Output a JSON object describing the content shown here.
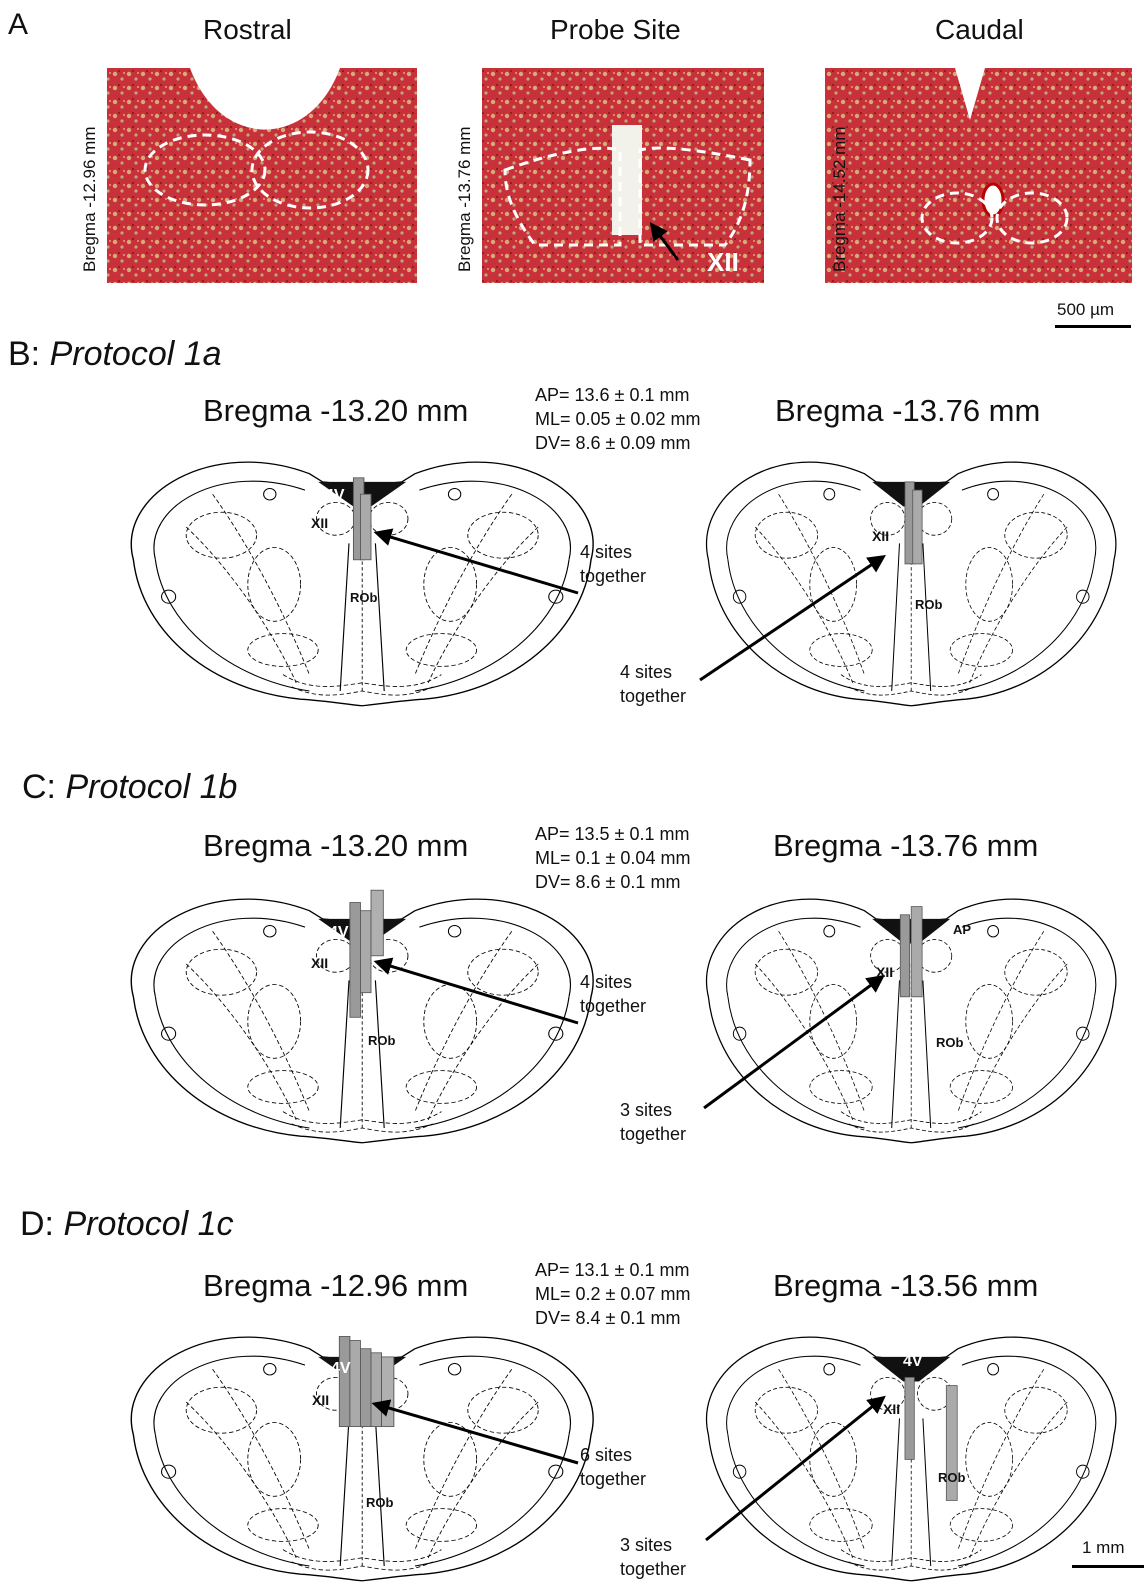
{
  "panel_a": {
    "letter": "A",
    "columns": [
      {
        "title": "Rostral",
        "bregma": "Bregma -12.96 mm"
      },
      {
        "title": "Probe Site",
        "bregma": "Bregma -13.76 mm",
        "nucleus": "XII"
      },
      {
        "title": "Caudal",
        "bregma": "Bregma -14.52 mm"
      }
    ],
    "scale": "500 µm"
  },
  "panels": [
    {
      "prefix": "B: ",
      "protocol": "Protocol 1a",
      "left_bregma": "Bregma -13.20 mm",
      "right_bregma": "Bregma -13.76 mm",
      "ap": "AP= 13.6 ± 0.1 mm",
      "ml": "ML= 0.05 ± 0.02 mm",
      "dv": "DV= 8.6 ± 0.09 mm",
      "left_note": [
        "4 sites",
        "together"
      ],
      "right_note": [
        "4 sites",
        "together"
      ],
      "labels": {
        "v4": "4V",
        "xii": "XII",
        "rob": "ROb"
      }
    },
    {
      "prefix": "C: ",
      "protocol": "Protocol 1b",
      "left_bregma": "Bregma -13.20 mm",
      "right_bregma": "Bregma -13.76 mm",
      "ap": "AP= 13.5 ± 0.1 mm",
      "ml": "ML= 0.1 ± 0.04 mm",
      "dv": "DV= 8.6 ± 0.1 mm",
      "left_note": [
        "4 sites",
        "together"
      ],
      "right_note": [
        "3 sites",
        "together"
      ],
      "labels": {
        "v4": "4V",
        "xii": "XII",
        "rob": "ROb",
        "ap": "AP"
      }
    },
    {
      "prefix": "D: ",
      "protocol": "Protocol 1c",
      "left_bregma": "Bregma -12.96 mm",
      "right_bregma": "Bregma -13.56 mm",
      "ap": "AP= 13.1 ± 0.1 mm",
      "ml": "ML= 0.2 ± 0.07 mm",
      "dv": "DV= 8.4 ± 0.1 mm",
      "left_note": [
        "6 sites",
        "together"
      ],
      "right_note": [
        "3 sites",
        "together"
      ],
      "labels": {
        "v4": "4V",
        "xii": "XII",
        "rob": "ROb"
      }
    }
  ],
  "bottom_scale": "1 mm",
  "colors": {
    "stain_red": "#c8303a",
    "stain_green": "#c9c98a",
    "probe_gray": "#9a9a9a"
  }
}
